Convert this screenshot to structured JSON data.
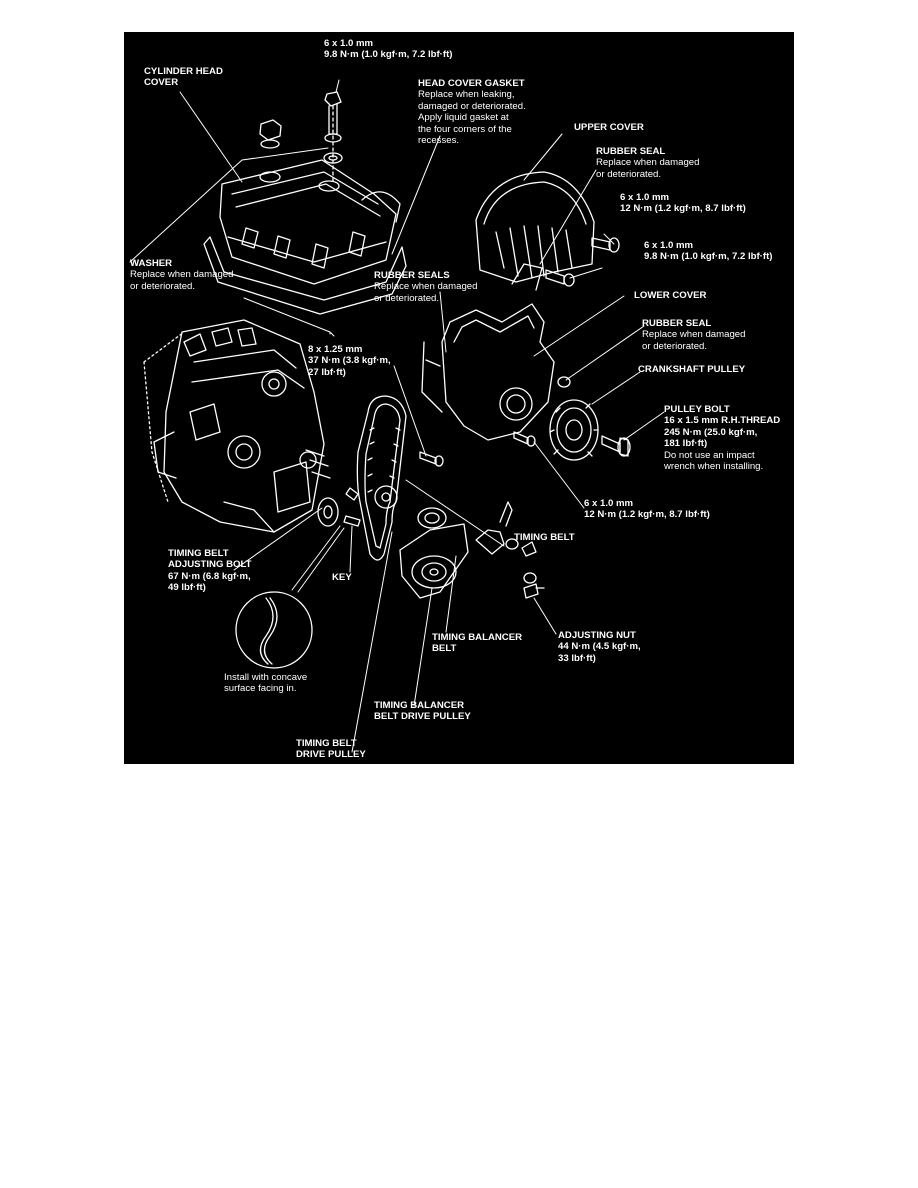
{
  "colors": {
    "background": "#000000",
    "ink": "#ffffff",
    "page": "#ffffff"
  },
  "labels": {
    "cover_bolt": {
      "l1": "6 x 1.0 mm",
      "l2": "9.8 N·m (1.0 kgf·m, 7.2 lbf·ft)"
    },
    "cylinder_head_cover": {
      "t1": "CYLINDER HEAD",
      "t2": "COVER"
    },
    "head_cover_gasket": {
      "title": "HEAD COVER GASKET",
      "n1": "Replace when leaking,",
      "n2": "damaged or deteriorated.",
      "n3": "Apply liquid gasket at",
      "n4": "the four corners of the",
      "n5": "recesses."
    },
    "upper_cover": {
      "title": "UPPER COVER"
    },
    "rubber_seal_upper": {
      "title": "RUBBER SEAL",
      "n1": "Replace when damaged",
      "n2": "or deteriorated."
    },
    "upper_bolt_12": {
      "l1": "6 x 1.0 mm",
      "l2": "12 N·m (1.2 kgf·m, 8.7 lbf·ft)"
    },
    "upper_bolt_98": {
      "l1": "6 x 1.0 mm",
      "l2": "9.8 N·m (1.0 kgf·m, 7.2 lbf·ft)"
    },
    "washer": {
      "title": "WASHER",
      "n1": "Replace when damaged",
      "n2": "or deteriorated."
    },
    "rubber_seals": {
      "title": "RUBBER SEALS",
      "n1": "Replace when damaged",
      "n2": "or deteriorated."
    },
    "lower_cover": {
      "title": "LOWER COVER"
    },
    "rubber_seal_lower": {
      "title": "RUBBER SEAL",
      "n1": "Replace when damaged",
      "n2": "or deteriorated."
    },
    "tensioner_bolt": {
      "l1": "8 x 1.25 mm",
      "l2": "37 N·m (3.8 kgf·m,",
      "l3": "27 lbf·ft)"
    },
    "crankshaft_pulley": {
      "title": "CRANKSHAFT PULLEY"
    },
    "pulley_bolt": {
      "title": "PULLEY BOLT",
      "l1": "16 x 1.5 mm R.H.THREAD",
      "l2": "245 N·m (25.0 kgf·m,",
      "l3": "181 lbf·ft)",
      "n1": "Do not use an impact",
      "n2": "wrench when installing."
    },
    "lower_bolt": {
      "l1": "6 x 1.0 mm",
      "l2": "12 N·m (1.2 kgf·m, 8.7 lbf·ft)"
    },
    "timing_belt": {
      "title": "TIMING BELT"
    },
    "adjusting_bolt": {
      "t1": "TIMING BELT",
      "t2": "ADJUSTING BOLT",
      "l1": "67 N·m (6.8 kgf·m,",
      "l2": "49 lbf·ft)"
    },
    "key": {
      "title": "KEY"
    },
    "timing_balancer_belt": {
      "t1": "TIMING BALANCER",
      "t2": "BELT"
    },
    "adjusting_nut": {
      "title": "ADJUSTING NUT",
      "l1": "44 N·m (4.5 kgf·m,",
      "l2": "33 lbf·ft)"
    },
    "install_note": {
      "n1": "Install with concave",
      "n2": "surface facing in."
    },
    "balancer_drive_pulley": {
      "t1": "TIMING BALANCER",
      "t2": "BELT DRIVE PULLEY"
    },
    "belt_drive_pulley": {
      "t1": "TIMING BELT",
      "t2": "DRIVE PULLEY"
    }
  }
}
